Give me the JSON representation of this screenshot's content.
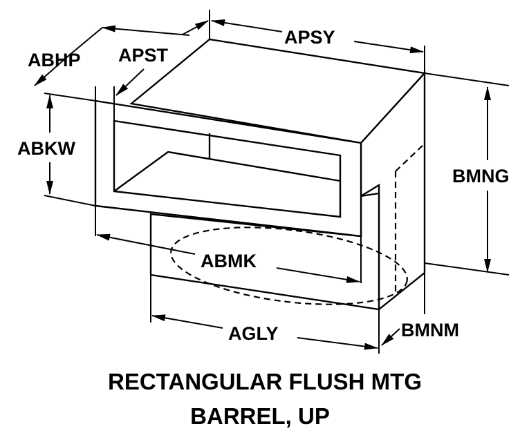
{
  "labels": {
    "apsy": "APSY",
    "abhp": "ABHP",
    "apst": "APST",
    "abkw": "ABKW",
    "bmng": "BMNG",
    "abmk": "ABMK",
    "agly": "AGLY",
    "bmnm": "BMNM"
  },
  "caption": {
    "line1": "RECTANGULAR FLUSH MTG",
    "line2": "BARREL, UP"
  }
}
